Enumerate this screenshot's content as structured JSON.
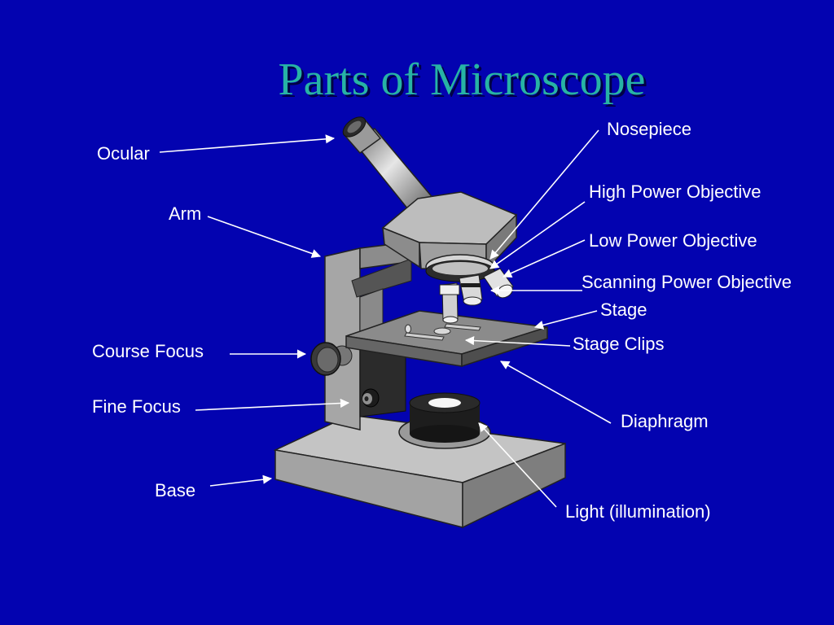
{
  "slide": {
    "title": "Parts of Microscope",
    "background_color": "#0303b0",
    "title_color": "#27b3a5"
  },
  "labels": {
    "ocular": "Ocular",
    "arm": "Arm",
    "nosepiece": "Nosepiece",
    "high_power_objective": "High Power Objective",
    "low_power_objective": "Low Power Objective",
    "scanning_power_objective": "Scanning Power Objective",
    "stage": "Stage",
    "stage_clips": "Stage Clips",
    "course_focus": "Course Focus",
    "fine_focus": "Fine Focus",
    "diaphragm": "Diaphragm",
    "base": "Base",
    "light": "Light (illumination)"
  }
}
